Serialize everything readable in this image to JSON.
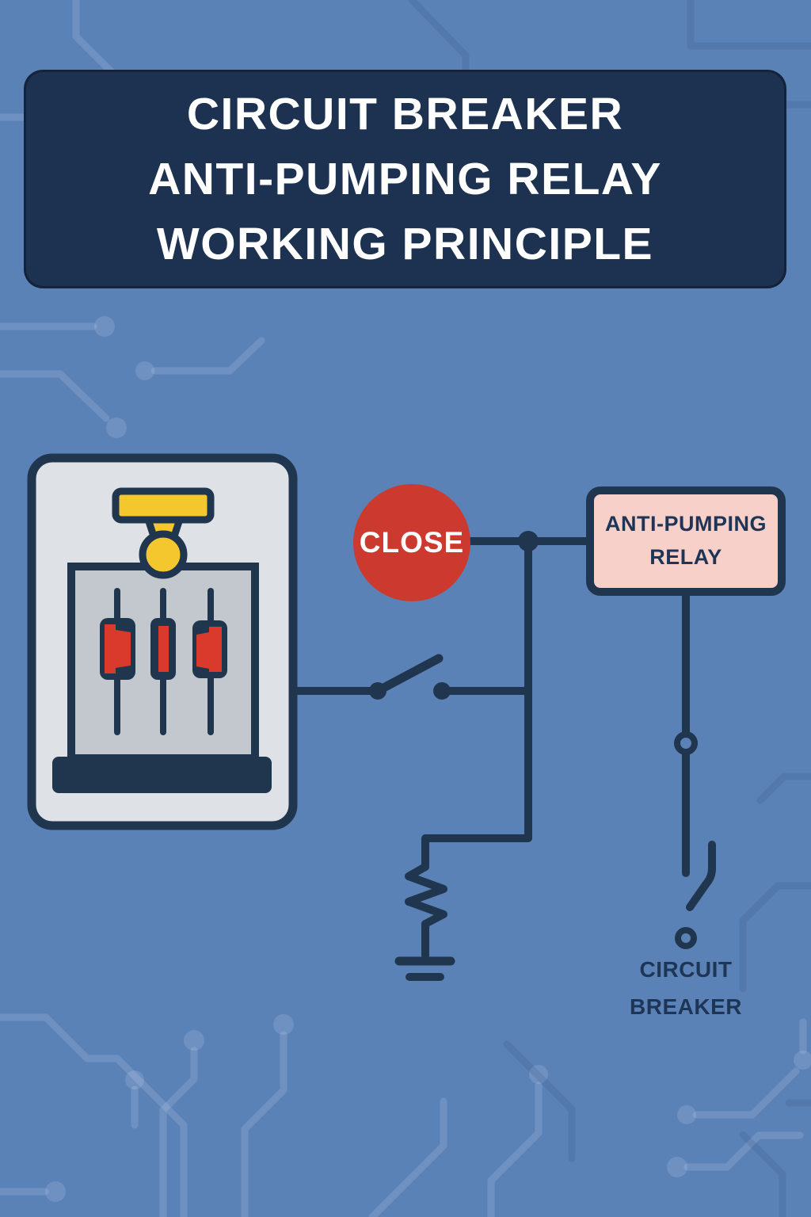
{
  "header": {
    "lines": [
      "CIRCUIT BREAKER",
      "ANTI-PUMPING RELAY",
      "WORKING PRINCIPLE"
    ]
  },
  "diagram": {
    "close_badge": {
      "label": "CLOSE"
    },
    "relay_box": {
      "lines": [
        "ANTI-PUMPING",
        "RELAY"
      ]
    },
    "circuit_breaker_label": {
      "lines": [
        "CIRCUIT",
        "BREAKER"
      ]
    },
    "icons": [
      "breaker-cabinet-icon",
      "cabinet-handle-icon",
      "contact-slider-icon",
      "open-switch-icon",
      "junction-dot-icon",
      "coil-resistor-icon",
      "ground-icon",
      "breaker-contact-icon",
      "terminal-ring-icon",
      "circuit-trace-pattern"
    ]
  },
  "colors": {
    "background": "#5b82b7",
    "banner": "#1d3150",
    "wire": "#20364f",
    "close_red": "#cc392e",
    "slider_red": "#da3a2b",
    "handle_yellow": "#f5c72e",
    "relay_fill": "#f8d0ca",
    "cabinet_light": "#dee1e6",
    "cabinet_mid": "#c3c7ce",
    "text_light": "#ffffff",
    "text_dark": "#1e3556"
  }
}
